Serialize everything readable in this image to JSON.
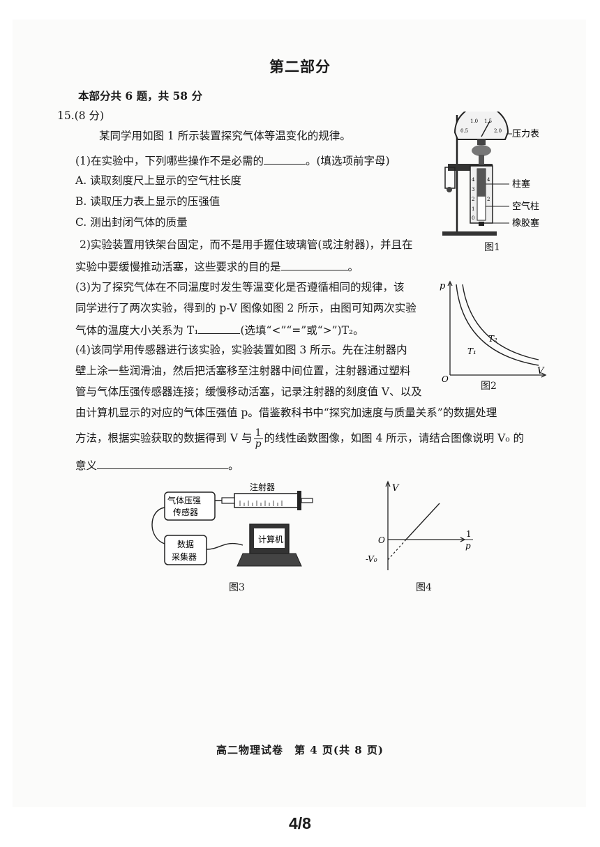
{
  "section_title": "第二部分",
  "section_info": "本部分共 6 题，共 58 分",
  "question": {
    "number": "15.",
    "score": "(8 分)",
    "intro": "某同学用如图 1 所示装置探究气体等温变化的规律。",
    "part1_a": "(1)在实验中，下列哪些操作不是必需的",
    "part1_b": "。(填选项前字母)",
    "option_a": "A. 读取刻度尺上显示的空气柱长度",
    "option_b": "B. 读取压力表上显示的压强值",
    "option_c": "C. 测出封闭气体的质量",
    "part2_line1": "2)实验装置用铁架台固定，而不是用手握住玻璃管(或注射器)，并且在",
    "part2_line2a": "实验中要缓慢推动活塞，这些要求的目的是",
    "part2_line2b": "。",
    "part3_line1": "(3)为了探究气体在不同温度时发生等温变化是否遵循相同的规律，该",
    "part3_line2": "同学进行了两次实验，得到的 p-V 图像如图 2 所示，由图可知两次实验",
    "part3_line3a": "气体的温度大小关系为 T₁",
    "part3_line3b": "(选填“<”“=”或“>”)T₂。",
    "part4_line1": "(4)该同学用传感器进行该实验，实验装置如图 3 所示。先在注射器内",
    "part4_line2": "壁上涂一些润滑油，然后把活塞移至注射器中间位置，注射器通过塑料",
    "part4_line3": "管与气体压强传感器连接；缓慢移动活塞，记录注射器的刻度值 V、以及",
    "part4_line4": "由计算机显示的对应的气体压强值 p。借鉴教科书中“探究加速度与质量关系”的数据处理",
    "part4_line5a": "方法，根据实验获取的数据得到 V 与",
    "part4_line5b": "的线性函数图像，如图 4 所示，请结合图像说明 V₀ 的",
    "frac_num": "1",
    "frac_den": "p",
    "part4_line6": "意义",
    "part4_line6_end": "。"
  },
  "figure1": {
    "caption": "图1",
    "gauge_label": "压力表",
    "plunger_label": "柱塞",
    "air_column_label": "空气柱",
    "rubber_stopper_label": "橡胶塞",
    "gauge_ticks": [
      "0.5",
      "1.0",
      "1.5",
      "2.0"
    ],
    "scale_ticks": [
      "4",
      "3",
      "2",
      "1",
      "0"
    ]
  },
  "figure2": {
    "caption": "图2",
    "y_axis": "p",
    "x_axis": "V",
    "origin": "O",
    "curve_labels": [
      "T₁",
      "T₂"
    ]
  },
  "figure3": {
    "caption": "图3",
    "syringe_label": "注射器",
    "sensor_label_1": "气体压强",
    "sensor_label_2": "传感器",
    "collector_label_1": "数据",
    "collector_label_2": "采集器",
    "computer_label": "计算机"
  },
  "figure4": {
    "caption": "图4",
    "y_axis": "V",
    "x_axis_num": "1",
    "x_axis_den": "p",
    "origin": "O",
    "intercept_label": "-V₀"
  },
  "footer": "高二物理试卷　第 4 页(共 8 页)",
  "page_number": "4/8"
}
